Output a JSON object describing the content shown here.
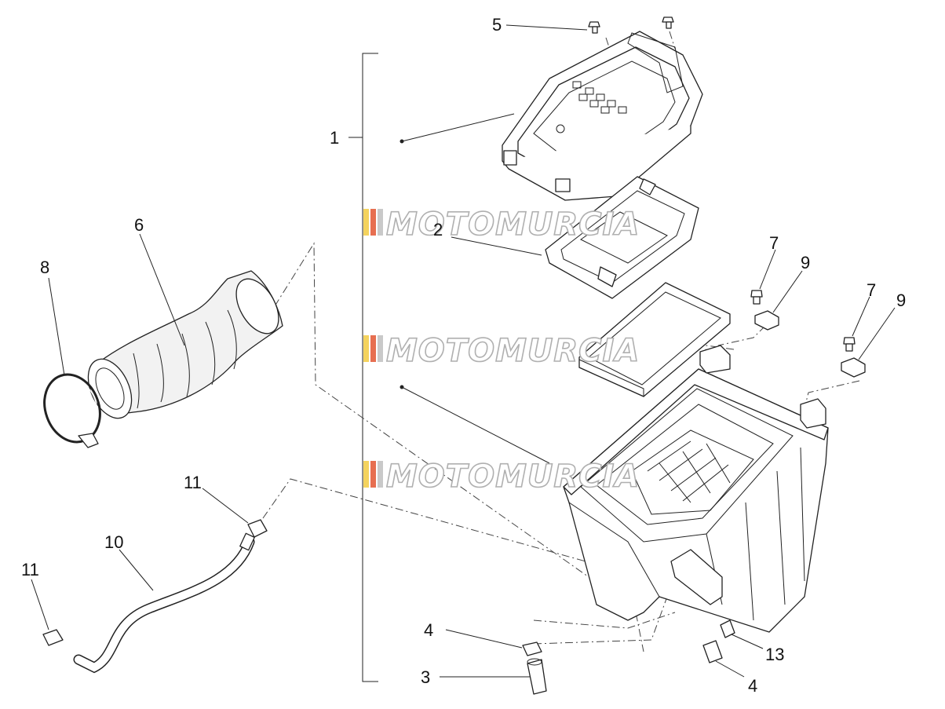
{
  "diagram": {
    "callouts": {
      "c1": "1",
      "c2": "2",
      "c3": "3",
      "c4a": "4",
      "c4b": "4",
      "c5": "5",
      "c6": "6",
      "c7a": "7",
      "c7b": "7",
      "c8": "8",
      "c9a": "9",
      "c9b": "9",
      "c10": "10",
      "c11a": "11",
      "c11b": "11",
      "c13": "13"
    },
    "watermark": {
      "text": "MOTOMURCIA",
      "stripe_colors": [
        "#f4d35e",
        "#e76f51",
        "#c9c9c9"
      ]
    }
  }
}
